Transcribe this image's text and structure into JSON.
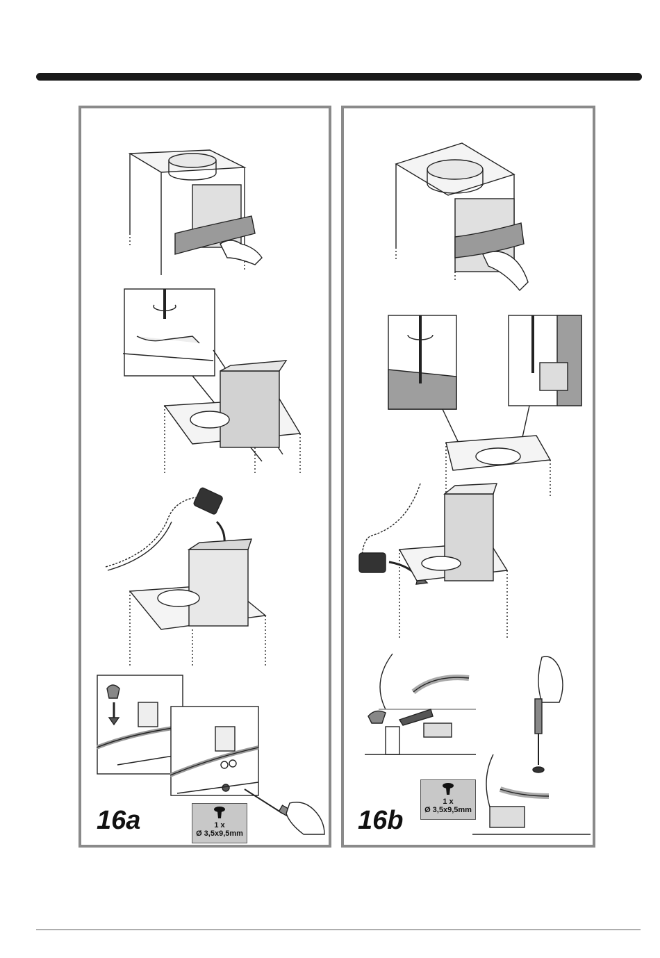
{
  "panels": [
    {
      "label": "16a",
      "screw_spec": {
        "qty": "1 x",
        "size": "Ø 3,5x9,5mm"
      }
    },
    {
      "label": "16b",
      "screw_spec": {
        "qty": "1 x",
        "size": "Ø 3,5x9,5mm"
      }
    }
  ]
}
